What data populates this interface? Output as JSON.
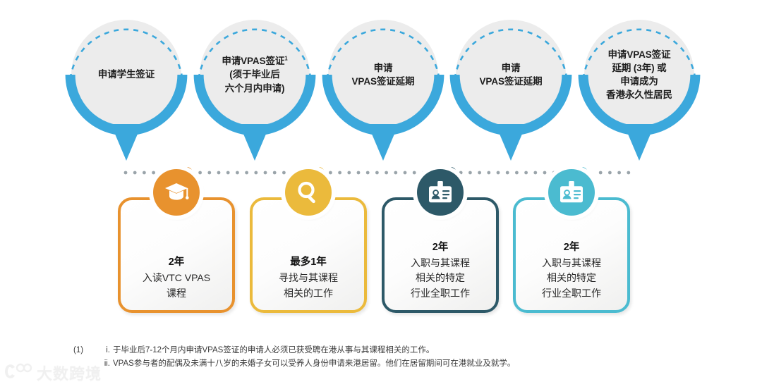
{
  "colors": {
    "bubble_blue": "#3BA8DC",
    "bubble_fill": "#ECECEC",
    "orange": "#E8922E",
    "yellow": "#EBBA3C",
    "dark_teal": "#2D5968",
    "cyan": "#4BBBD0",
    "dot_gray": "#9AA4AA",
    "footnote_gray": "#3A3A3A"
  },
  "bubbles": [
    {
      "id": "bubble-1",
      "name": "student-visa",
      "lines": [
        "申请学生签证"
      ],
      "superscript": ""
    },
    {
      "id": "bubble-2",
      "name": "vpas-visa-application",
      "lines": [
        "申请VPAS签证",
        "(须于毕业后",
        "六个月内申请)"
      ],
      "superscript": "1"
    },
    {
      "id": "bubble-3",
      "name": "vpas-extension-1",
      "lines": [
        "申请",
        "VPAS签证延期"
      ],
      "superscript": ""
    },
    {
      "id": "bubble-4",
      "name": "vpas-extension-2",
      "lines": [
        "申请",
        "VPAS签证延期"
      ],
      "superscript": ""
    },
    {
      "id": "bubble-5",
      "name": "vpas-extension-3yr-or-pr",
      "lines": [
        "申请VPAS签证",
        "延期 (3年) 或",
        "申请成为",
        "香港永久性居民"
      ],
      "superscript": ""
    }
  ],
  "cards": [
    {
      "id": "card-1",
      "name": "study-vtc-vpas",
      "duration": "2年",
      "lines": [
        "入读VTC VPAS",
        "课程"
      ],
      "icon": "graduation-cap-icon",
      "color": "#E8922E"
    },
    {
      "id": "card-2",
      "name": "job-search",
      "duration": "最多1年",
      "lines": [
        "寻找与其课程",
        "相关的工作"
      ],
      "icon": "magnifier-icon",
      "color": "#EBBA3C"
    },
    {
      "id": "card-3",
      "name": "full-time-work-1",
      "duration": "2年",
      "lines": [
        "入职与其课程",
        "相关的特定",
        "行业全职工作"
      ],
      "icon": "id-badge-icon",
      "color": "#2D5968"
    },
    {
      "id": "card-4",
      "name": "full-time-work-2",
      "duration": "2年",
      "lines": [
        "入职与其课程",
        "相关的特定",
        "行业全职工作"
      ],
      "icon": "id-badge-icon",
      "color": "#4BBBD0"
    }
  ],
  "footnotes": [
    {
      "mark": "(1)",
      "sub_mark": "i.",
      "text": "于毕业后7-12个月内申请VPAS签证的申请人必须已获受聘在港从事与其课程相关的工作。"
    },
    {
      "mark": "",
      "sub_mark": "ii.",
      "text": "VPAS参与者的配偶及未满十八岁的未婚子女可以受养人身份申请来港居留。他们在居留期间可在港就业及就学。"
    }
  ],
  "watermark": {
    "text": "大数跨境"
  }
}
